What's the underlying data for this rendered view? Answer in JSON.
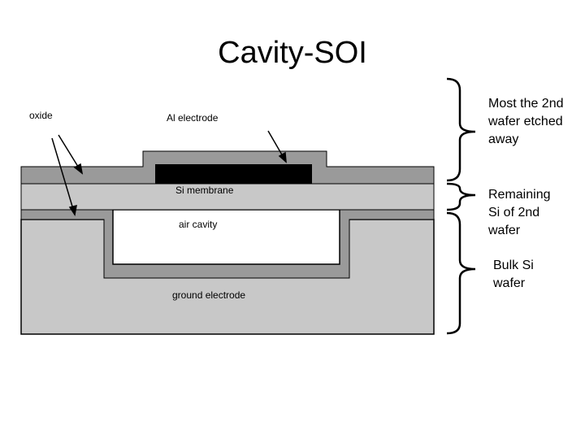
{
  "title": "Cavity-SOI",
  "labels": {
    "oxide": "oxide",
    "al_electrode": "Al electrode",
    "si_membrane": "Si membrane",
    "air_cavity": "air cavity",
    "ground_electrode": "ground electrode"
  },
  "annotations": {
    "top": [
      "Most the 2nd",
      "wafer etched",
      "away"
    ],
    "middle": [
      "Remaining",
      "Si of 2nd",
      "wafer"
    ],
    "bottom": [
      "Bulk Si",
      "wafer"
    ]
  },
  "colors": {
    "oxide": "#9a9a9a",
    "silicon": "#c8c8c8",
    "electrode": "#000000",
    "cavity": "#ffffff"
  }
}
